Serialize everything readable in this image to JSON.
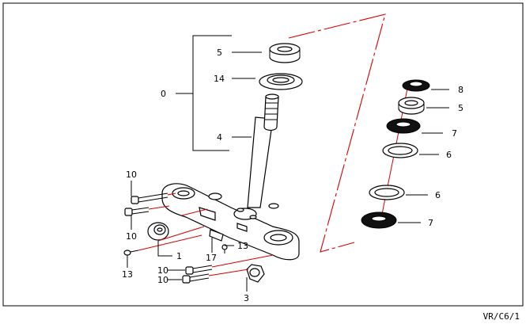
{
  "callouts": {
    "c0": "0",
    "c5a": "5",
    "c14": "14",
    "c4": "4",
    "c8": "8",
    "c5b": "5",
    "c7a": "7",
    "c6a": "6",
    "c6b": "6",
    "c7b": "7",
    "c10a": "10",
    "c10b": "10",
    "c1": "1",
    "c17": "17",
    "c13a": "13",
    "c13b": "13",
    "c10c": "10",
    "c10d": "10",
    "c3": "3"
  },
  "reference_code": "VR/C6/1",
  "colors": {
    "outline": "#000000",
    "alignment_line": "#d40000",
    "background": "#ffffff"
  }
}
